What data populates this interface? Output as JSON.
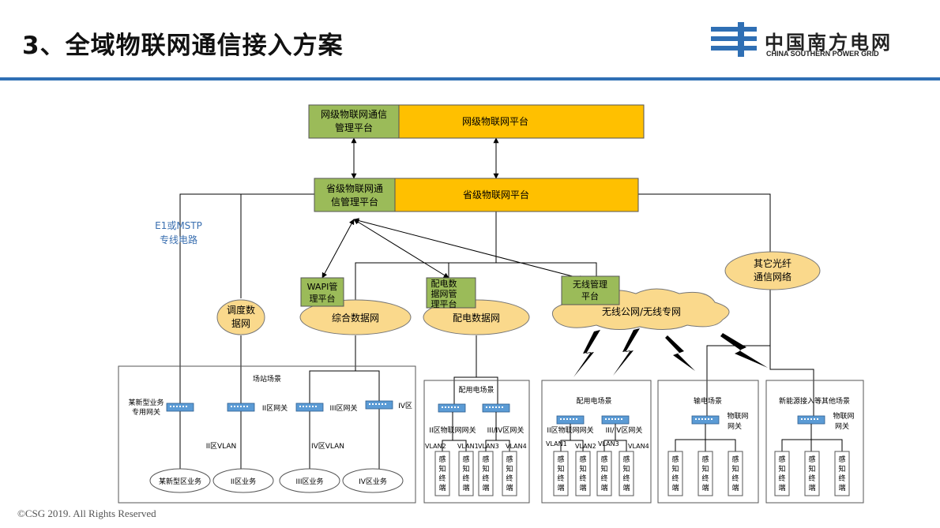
{
  "page": {
    "title": "3、全域物联网通信接入方案",
    "logo_cn": "中国南方电网",
    "logo_en": "CHINA SOUTHERN POWER GRID",
    "footer": "©CSG 2019. All Rights Reserved"
  },
  "colors": {
    "green": "#9bbb59",
    "orange": "#ffc000",
    "cloud": "#fad98c",
    "blue": "#2f6fb4"
  },
  "diagram": {
    "net_comm_mgmt": "网级物联网通信管理平台",
    "net_comm_mgmt_l1": "网级物联网通信",
    "net_comm_mgmt_l2": "管理平台",
    "net_platform": "网级物联网平台",
    "prov_comm_mgmt_l1": "省级物联网通",
    "prov_comm_mgmt_l2": "信管理平台",
    "prov_platform": "省级物联网平台",
    "e1_l1": "E1或MSTP",
    "e1_l2": "专线电路",
    "dispatch_l1": "调度数",
    "dispatch_l2": "据网",
    "wapi_l1": "WAPI管",
    "wapi_l2": "理平台",
    "integrated_net": "综合数据网",
    "dist_mgmt_l1": "配电数",
    "dist_mgmt_l2": "据网管",
    "dist_mgmt_l3": "理平台",
    "dist_net": "配电数据网",
    "wireless_mgmt_l1": "无线管理",
    "wireless_mgmt_l2": "平台",
    "wireless_net": "无线公网/无线专网",
    "fiber_l1": "其它光纤",
    "fiber_l2": "通信网络",
    "station_scene": "场站场景",
    "new_biz_gw_l1": "某新型业务",
    "new_biz_gw_l2": "专用网关",
    "zone2_gw": "II区网关",
    "zone3_gw": "III区网关",
    "zone4": "IV区",
    "zone2_vlan": "II区VLAN",
    "zone4_vlan": "IV区VLAN",
    "new_zone_biz": "某新型区业务",
    "zone2_biz": "II区业务",
    "zone3_biz": "III区业务",
    "zone4_biz": "IV区业务",
    "dist_room": "配用电场景",
    "dist_room2": "配用电场景",
    "zone2_iot_gw": "II区物联网网关",
    "zone34_gw": "III/IV区网关",
    "vlan1": "VLAN1",
    "vlan2": "VLAN2",
    "vlan3": "VLAN3",
    "vlan4": "VLAN4",
    "sensor": "感知终端",
    "transmission_scene": "输电场景",
    "iot_gw_l1": "物联网",
    "iot_gw_l2": "网关",
    "new_energy_scene": "新能源接入等其他场景",
    "iot_gw2_l1": "物联网",
    "iot_gw2_l2": "网关"
  }
}
